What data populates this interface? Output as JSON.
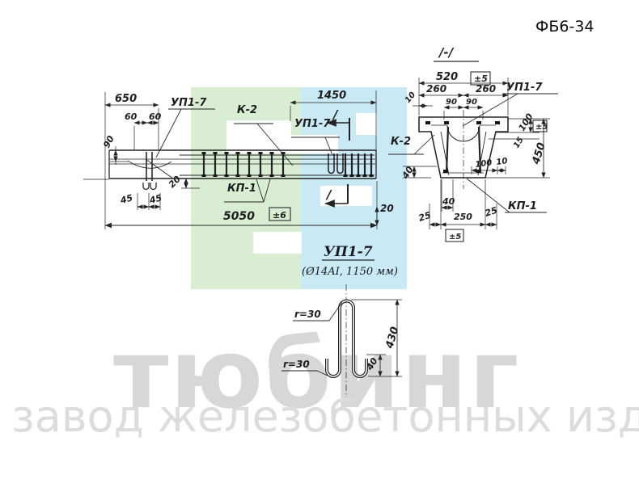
{
  "page": {
    "doc_code": "ФБ6-34"
  },
  "colors": {
    "logo_green": "#d8edd1",
    "logo_cyan": "#c9e9f5",
    "watermark_gray": "#d7d7d7",
    "ink": "#232323"
  },
  "watermark": {
    "brand": "тюбинг",
    "tagline": "завод железобетонных изделий"
  },
  "elevation": {
    "d650": "650",
    "d60a": "60",
    "d60b": "60",
    "d90": "90",
    "d1450": "1450",
    "d45a": "45",
    "d45b": "45",
    "d20a": "20",
    "d20b": "20",
    "d5050": "5050",
    "t5050": "±6",
    "lbl_up17_end": "УП1-7",
    "lbl_k2": "К-2",
    "lbl_up17_mid": "УП1-7",
    "lbl_kp1": "КП-1",
    "cut_top": "/",
    "cut_bottom": "/"
  },
  "cross_section": {
    "title": "/-/",
    "d520": "520",
    "t520": "±5",
    "d260a": "260",
    "d260b": "260",
    "d10": "10",
    "d90a": "90",
    "d90b": "90",
    "d100r": "100",
    "t100": "±5",
    "d15": "15",
    "d450": "450",
    "d40l": "40",
    "d100i": "100",
    "d10i": "10",
    "d40b": "40",
    "d25a": "25",
    "d250": "250",
    "d25b": "25",
    "t250": "±5",
    "lbl_up17": "УП1-7",
    "lbl_k2": "К-2",
    "lbl_kp1": "КП-1"
  },
  "detail": {
    "title": "УП1-7",
    "subtitle": "(Ø14AI, 1150 мм)",
    "r1": "r=30",
    "r2": "r=30",
    "d430": "430",
    "d40": "40"
  }
}
